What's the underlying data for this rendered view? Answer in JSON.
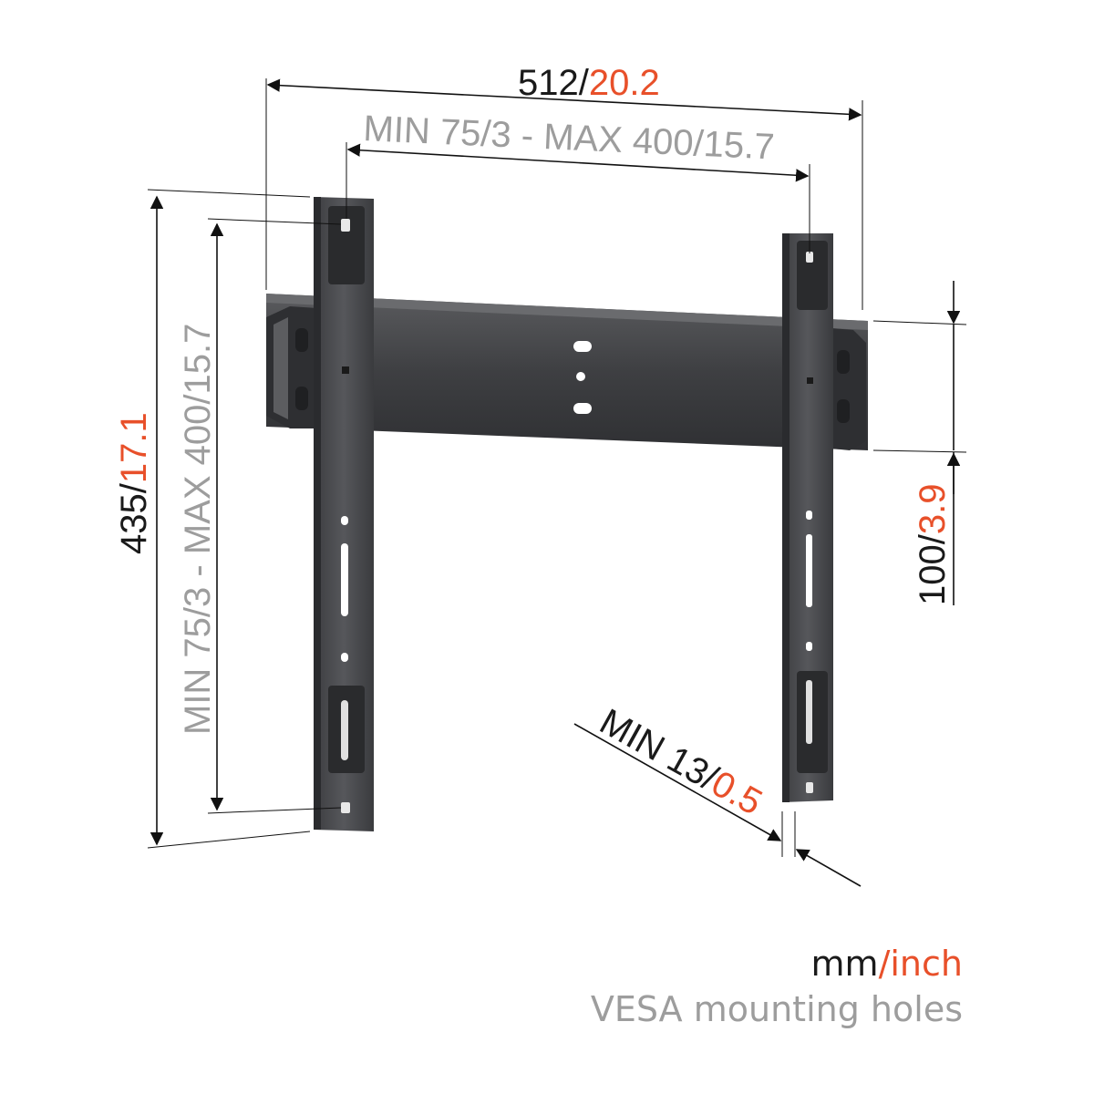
{
  "dimensions": {
    "overall_width": {
      "mm": "512",
      "sep": "/",
      "inch": "20.2"
    },
    "vesa_width": {
      "text": "MIN 75/3 - MAX 400/15.7"
    },
    "overall_height": {
      "mm": "435",
      "sep": "/",
      "inch": "17.1"
    },
    "vesa_height": {
      "text": "MIN 75/3 - MAX 400/15.7"
    },
    "rail_height": {
      "mm": "100",
      "sep": "/",
      "inch": "3.9"
    },
    "wall_distance": {
      "prefix": "MIN 13",
      "sep": "/",
      "inch": "0.5"
    }
  },
  "legend": {
    "unit_mm": "mm",
    "unit_sep": "/",
    "unit_inch": "inch",
    "caption": "VESA mounting holes"
  },
  "colors": {
    "metal_dark": "#3a3b3d",
    "metal_mid": "#4d4e51",
    "accent_orange": "#e8502a",
    "label_grey": "#9d9d9d",
    "text_dark": "#1a1a1a"
  }
}
